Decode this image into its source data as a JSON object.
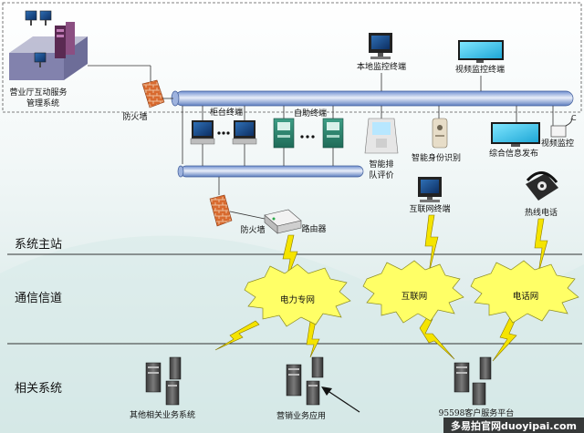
{
  "labels": {
    "crm_system": [
      "营业厅互动服务",
      "管理系统"
    ],
    "firewall_top": "防火墙",
    "counter_terminal": "柜台终端",
    "self_service_terminal": "自助终端",
    "local_monitor": "本地监控终端",
    "video_monitor_terminal": "视频监控终端",
    "queue_eval": [
      "智能排",
      "队评价"
    ],
    "id_recognition": "智能身份识别",
    "info_publish": "综合信息发布",
    "video_monitor": "视频监控",
    "firewall_bottom": "防火墙",
    "router": "路由器",
    "internet_terminal": "互联网终端",
    "hotline": "热线电话",
    "power_net": "电力专网",
    "internet": "互联网",
    "phone_net": "电话网",
    "other_systems": "其他相关业务系统",
    "marketing_app": "营销业务应用",
    "service_platform": "95598客户服务平台"
  },
  "rows": {
    "main_station": "系统主站",
    "comm_channel": "通信信道",
    "related_systems": "相关系统"
  },
  "watermark": "多易拍官网duoyipai.com"
}
